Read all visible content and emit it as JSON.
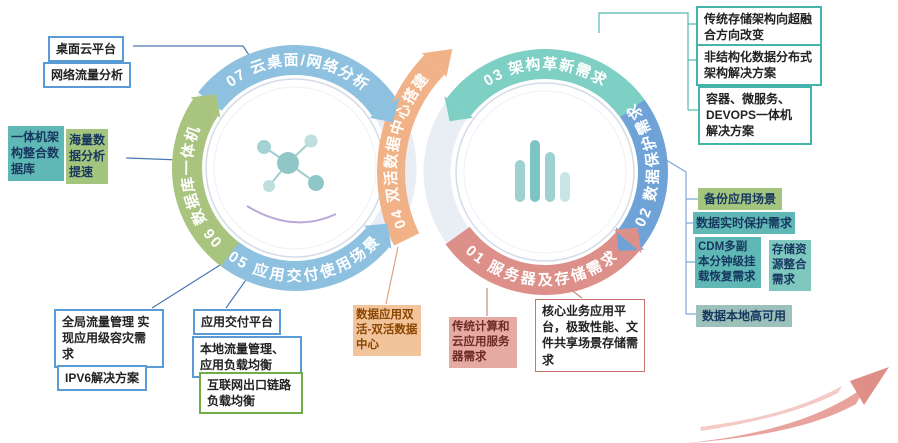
{
  "arcs": {
    "a01": {
      "label": "01 服务器及存储需求",
      "color": "#dd9089"
    },
    "a02": {
      "label": "02 数据保护需求",
      "color": "#6fa3d8"
    },
    "a03": {
      "label": "03 架构革新需求",
      "color": "#7ecfc4"
    },
    "a04": {
      "label": "04 双活数据中心搭建",
      "color": "#f2b287"
    },
    "a05": {
      "label": "05 应用交付使用场景",
      "color": "#8ec1e0"
    },
    "a06": {
      "label": "06 数据库一体机",
      "color": "#a9c47f"
    },
    "a07": {
      "label": "07 云桌面/网络分析",
      "color": "#8ec1e0"
    }
  },
  "boxes": {
    "desktop_cloud": "桌面云平台",
    "network_flow": "网络流量分析",
    "aio_arch": "一体机架构整合数据库",
    "mass_data": "海量数据分析提速",
    "global_traffic": "全局流量管理 实现应用级容灾需求",
    "ipv6": "IPV6解决方案",
    "app_delivery": "应用交付平台",
    "local_traffic": "本地流量管理、应用负载均衡",
    "internet_link": "互联网出口链路负载均衡",
    "dual_active": "数据应用双活-双活数据中心",
    "traditional_compute": "传统计算和云应用服务器需求",
    "core_business": "核心业务应用平台，极致性能、文件共享场景存储需求",
    "storage_hci": "传统存储架构向超融合方向改变",
    "unstructured": "非结构化数据分布式架构解决方案",
    "container": "容器、微服务、DEVOPS一体机解决方案",
    "backup": "备份应用场景",
    "realtime_protect": "数据实时保护需求",
    "cdm": "CDM多副本分钟级挂载恢复需求",
    "storage_merge": "存储资源整合需求",
    "local_ha": "数据本地高可用"
  }
}
